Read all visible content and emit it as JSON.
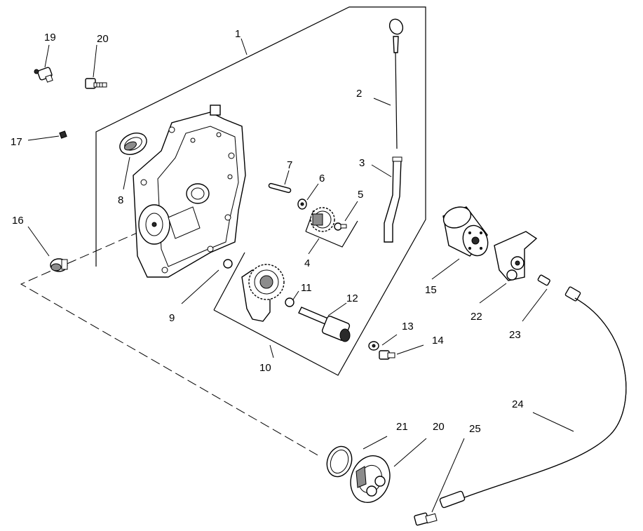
{
  "callouts": {
    "c1": "1",
    "c2": "2",
    "c3": "3",
    "c4": "4",
    "c5": "5",
    "c6": "6",
    "c7": "7",
    "c8": "8",
    "c9": "9",
    "c10": "10",
    "c11": "11",
    "c12": "12",
    "c13": "13",
    "c14": "14",
    "c15": "15",
    "c16": "16",
    "c17": "17",
    "c19": "19",
    "c20a": "20",
    "c20b": "20",
    "c21": "21",
    "c22": "22",
    "c23": "23",
    "c24": "24",
    "c25": "25"
  }
}
